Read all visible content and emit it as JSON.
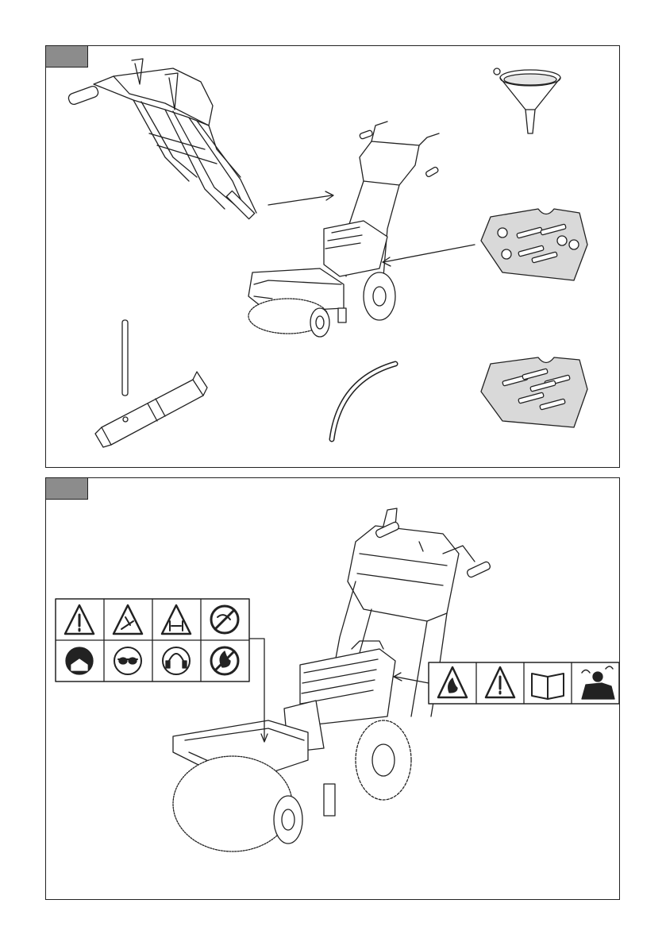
{
  "page": {
    "figures": [
      {
        "name": "contents",
        "items": [
          "handle-assembly",
          "funnel",
          "sweeper-machine",
          "bolt-bag-1",
          "tube-wrench",
          "hose",
          "bolt-bag-2"
        ]
      },
      {
        "name": "safety-labels",
        "left_label_icons": [
          "warning-icon",
          "thrown-objects-icon",
          "keep-distance-icon",
          "hand-injury-icon",
          "read-manual-icon",
          "eye-protection-icon",
          "ear-protection-icon",
          "no-fire-icon"
        ],
        "right_label_icons": [
          "fire-hazard-icon",
          "warning-icon",
          "manual-book-icon",
          "toxic-fumes-icon"
        ]
      }
    ]
  },
  "colors": {
    "line": "#222222",
    "tab": "#8c8c8c",
    "bag": "#d9d9d9"
  }
}
